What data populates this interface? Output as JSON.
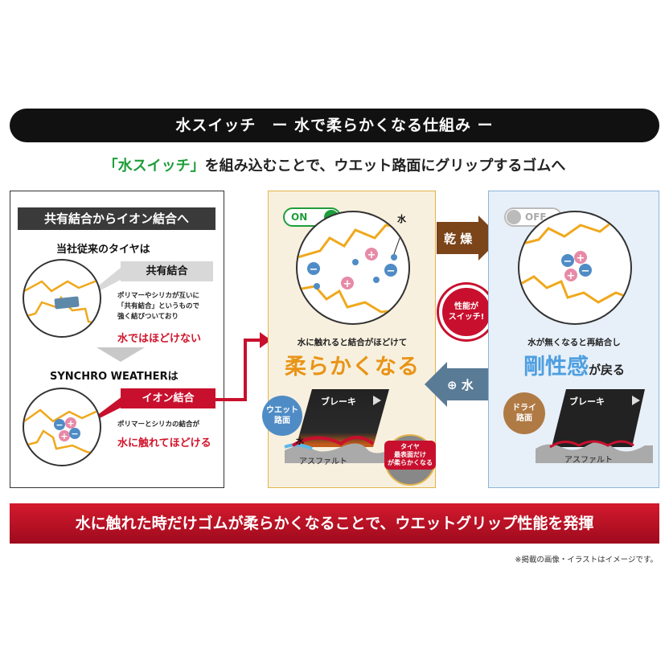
{
  "header": {
    "title": "水スイッチ　ー 水で柔らかくなる仕組み ー"
  },
  "subtitle": {
    "highlight": "「水スイッチ」",
    "rest": "を組み込むことで、ウエット路面にグリップするゴムへ"
  },
  "left": {
    "header": "共有結合からイオン結合へ",
    "conventional_title": "当社従来のタイヤは",
    "covalent_label": "共有結合",
    "covalent_note_lines": [
      "ポリマーやシリカが互いに",
      "「共有結合」というもので",
      "強く結びついており"
    ],
    "covalent_red": "水ではほどけない",
    "synchro_title": "SYNCHRO WEATHERは",
    "ionic_label": "イオン結合",
    "ionic_note": "ポリマーとシリカの結合が",
    "ionic_red": "水に触れてほどける"
  },
  "middle": {
    "toggle": "ON",
    "water_label": "水",
    "caption": "水に触れると結合がほどけて",
    "big": "柔らかくなる",
    "badge_lines": [
      "ウエット",
      "路面"
    ],
    "brake": "ブレーキ",
    "water_small": "水",
    "asphalt": "アスファルト",
    "tire_surface_lines": [
      "タイヤ",
      "最表面だけ",
      "が柔らかくなる"
    ]
  },
  "center": {
    "dry_label": "乾 燥",
    "switch_lines": [
      "性能が",
      "スイッチ!"
    ],
    "water_plus": "⊕",
    "water_label": "水"
  },
  "right": {
    "toggle": "OFF",
    "caption": "水が無くなると再結合し",
    "big": "剛性感",
    "big_tail": "が戻る",
    "badge_lines": [
      "ドライ",
      "路面"
    ],
    "brake": "ブレーキ",
    "asphalt": "アスファルト"
  },
  "bottom": {
    "banner": "水に触れた時だけゴムが柔らかくなることで、ウエットグリップ性能を発揮"
  },
  "footnote": "※掲載の画像・イラストはイメージです。",
  "colors": {
    "green": "#1e9e3a",
    "red": "#c8102e",
    "orange": "#e89417",
    "blue": "#4e9fe0",
    "brown": "#9a5a1f"
  }
}
